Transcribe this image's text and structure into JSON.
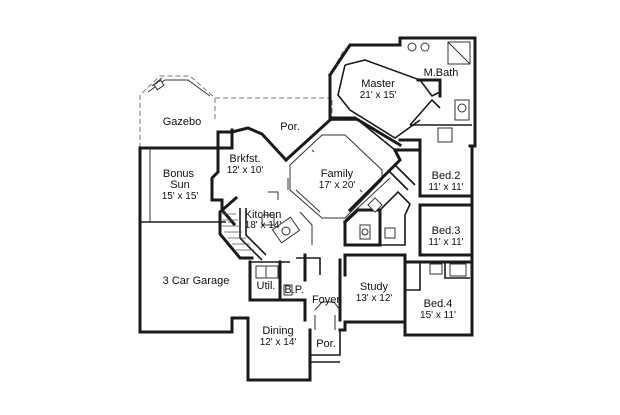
{
  "rooms": [
    {
      "id": "master",
      "name": "Master",
      "dims": "21' x 15'"
    },
    {
      "id": "mbath",
      "name": "M.Bath",
      "dims": ""
    },
    {
      "id": "gazebo",
      "name": "Gazebo",
      "dims": ""
    },
    {
      "id": "porch",
      "name": "Por.",
      "dims": ""
    },
    {
      "id": "brkfst",
      "name": "Brkfst.",
      "dims": "12' x 10'"
    },
    {
      "id": "family",
      "name": "Family",
      "dims": "17' x 20'"
    },
    {
      "id": "bed2",
      "name": "Bed.2",
      "dims": "11' x 11'"
    },
    {
      "id": "bonus",
      "name": "Bonus\nSun",
      "dims": "15' x 15'"
    },
    {
      "id": "kitchen",
      "name": "Kitchen",
      "dims": "18' x 14'"
    },
    {
      "id": "bed3",
      "name": "Bed.3",
      "dims": "11' x 11'"
    },
    {
      "id": "garage",
      "name": "3 Car Garage",
      "dims": ""
    },
    {
      "id": "util",
      "name": "Util.",
      "dims": ""
    },
    {
      "id": "bp",
      "name": "B.P.",
      "dims": ""
    },
    {
      "id": "foyer",
      "name": "Foyer",
      "dims": ""
    },
    {
      "id": "study",
      "name": "Study",
      "dims": "13' x 12'"
    },
    {
      "id": "bed4",
      "name": "Bed.4",
      "dims": "15' x 11'"
    },
    {
      "id": "dining",
      "name": "Dining",
      "dims": "12' x 14'"
    },
    {
      "id": "porch2",
      "name": "Por.",
      "dims": ""
    }
  ]
}
